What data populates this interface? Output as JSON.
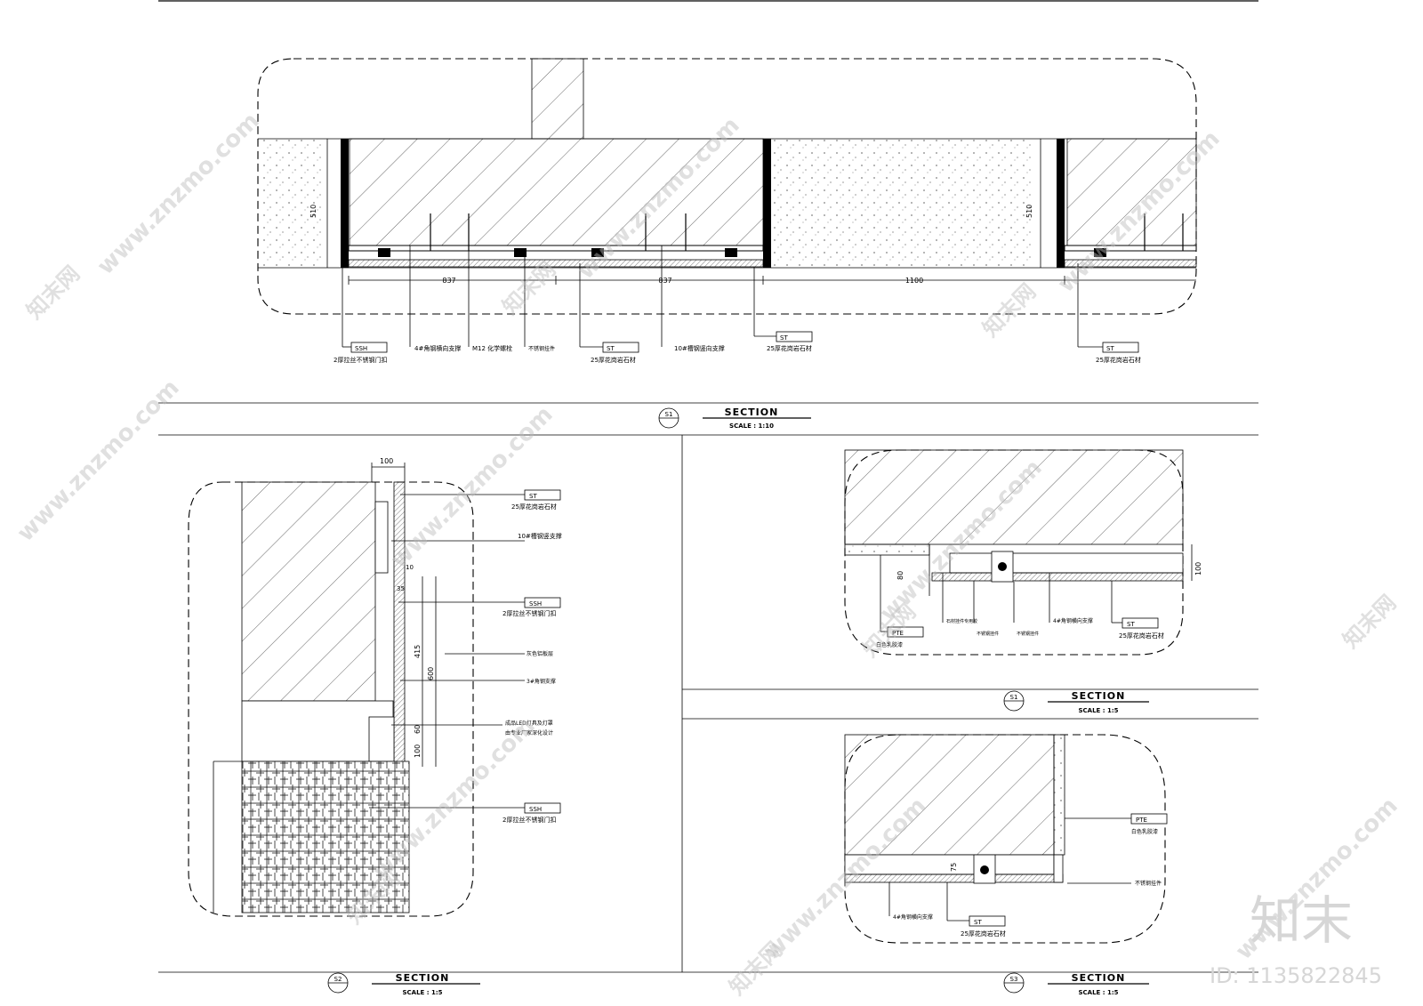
{
  "sections": [
    {
      "id": "s1-main",
      "label": "S1",
      "title": "SECTION",
      "scale": "SCALE :  1:10"
    },
    {
      "id": "s1-detail",
      "label": "S1",
      "title": "SECTION",
      "scale": "SCALE :  1:5"
    },
    {
      "id": "s2",
      "label": "S2",
      "title": "SECTION",
      "scale": "SCALE :  1:5"
    },
    {
      "id": "s3",
      "label": "S3",
      "title": "SECTION",
      "scale": "SCALE :  1:5"
    }
  ],
  "top": {
    "dims": [
      "837",
      "837",
      "1100"
    ],
    "vertical_dim": "510",
    "callouts": [
      {
        "tag": "SSH",
        "text": "2厚拉丝不锈钢门扣"
      },
      {
        "tag": "",
        "text": "4#角钢横向支撑"
      },
      {
        "tag": "",
        "text": "M12 化学螺栓"
      },
      {
        "tag": "",
        "text": "不锈钢挂件"
      },
      {
        "tag": "ST",
        "text": "25厚花岗岩石材"
      },
      {
        "tag": "",
        "text": "10#槽钢竖向支撑"
      },
      {
        "tag": "ST",
        "text": "25厚花岗岩石材"
      },
      {
        "tag": "ST",
        "text": "25厚花岗岩石材"
      }
    ]
  },
  "s2": {
    "dims": [
      "100",
      "10",
      "35",
      "415",
      "600",
      "60",
      "100"
    ],
    "callouts": [
      {
        "tag": "ST",
        "text": "25厚花岗岩石材"
      },
      {
        "tag": "",
        "text": "10#槽钢竖支撑"
      },
      {
        "tag": "SSH",
        "text": "2厚拉丝不锈钢门扣"
      },
      {
        "tag": "",
        "text": "灰色铝板层"
      },
      {
        "tag": "",
        "text": "3#角钢支撑"
      },
      {
        "tag": "",
        "text": "成品LED灯具及灯罩"
      },
      {
        "tag": "",
        "text": "由专业厂家深化设计"
      },
      {
        "tag": "SSH",
        "text": "2厚拉丝不锈钢门扣"
      }
    ]
  },
  "s1d": {
    "dims": [
      "80",
      "100"
    ],
    "callouts": [
      {
        "tag": "PTE",
        "text": "白色乳胶漆"
      },
      {
        "tag": "",
        "text": "石材挂件专用胶"
      },
      {
        "tag": "",
        "text": "不锈钢挂件"
      },
      {
        "tag": "",
        "text": "不锈钢挂件"
      },
      {
        "tag": "",
        "text": "4#角钢横向支撑"
      },
      {
        "tag": "ST",
        "text": "25厚花岗岩石材"
      }
    ]
  },
  "s3": {
    "dims": [
      "75"
    ],
    "callouts": [
      {
        "tag": "PTE",
        "text": "白色乳胶漆"
      },
      {
        "tag": "",
        "text": "不锈钢挂件"
      },
      {
        "tag": "",
        "text": "4#角钢横向支撑"
      },
      {
        "tag": "ST",
        "text": "25厚花岗岩石材"
      }
    ]
  },
  "watermark": {
    "site": "www.znzmo.com",
    "cn": "知末网",
    "logo": "知末",
    "id": "ID: 1135822845"
  },
  "colors": {
    "line": "#000000",
    "bg": "#ffffff",
    "watermark": "#bbbbbb"
  }
}
